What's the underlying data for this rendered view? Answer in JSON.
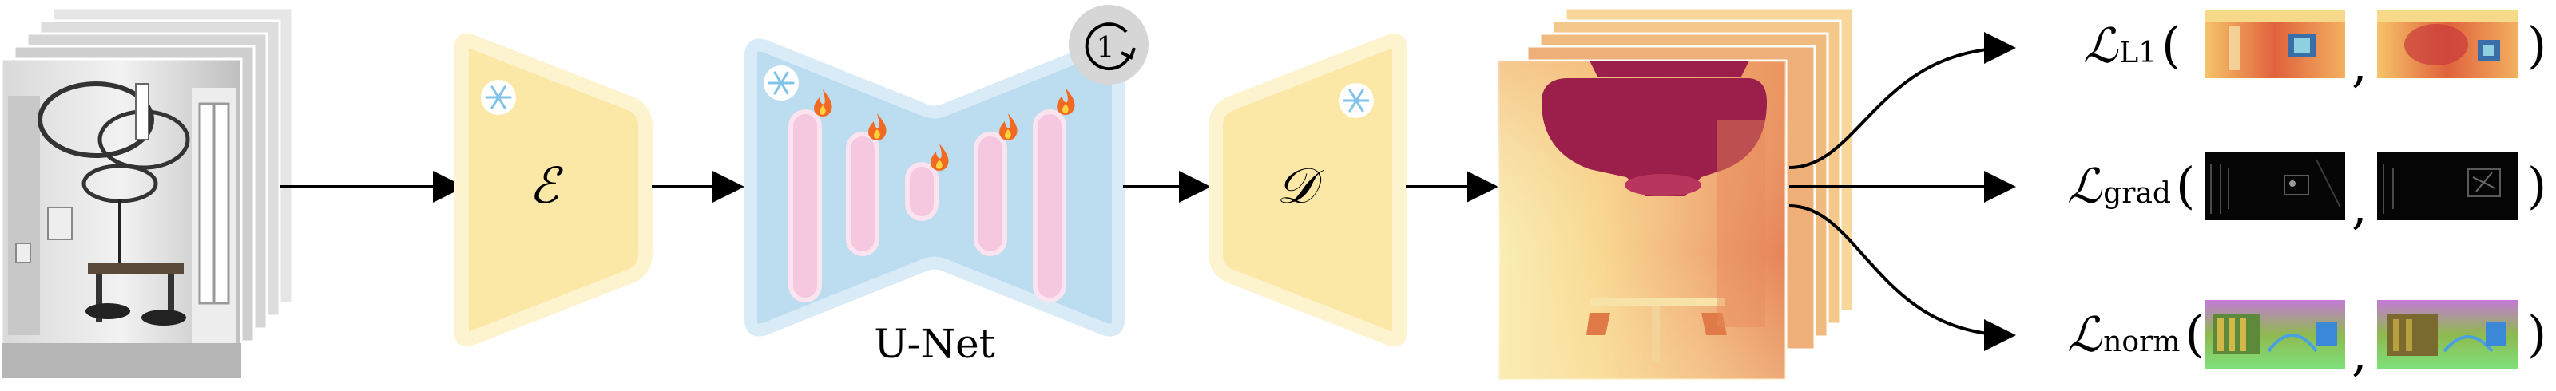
{
  "unet": {
    "label": "U-Net",
    "badge": "1"
  },
  "encoder": {
    "symbol": "ℰ"
  },
  "decoder": {
    "symbol": "𝒟"
  },
  "losses": [
    {
      "symbol": "ℒ",
      "sub": "L1",
      "open": "(",
      "comma": ",",
      "close": ")"
    },
    {
      "symbol": "ℒ",
      "sub": "grad",
      "open": "(",
      "comma": ",",
      "close": ")"
    },
    {
      "symbol": "ℒ",
      "sub": "norm",
      "open": "(",
      "comma": ",",
      "close": ")"
    }
  ],
  "colors": {
    "frozen_block": "#fbe8a6",
    "frozen_block_edge": "#fdf3cf",
    "unet_fill": "#bcdcef",
    "unet_edge": "#d8ebf6",
    "bar_fill": "#f6c8df",
    "bar_edge": "#fbe3ef",
    "depth_warm": "#e5754b",
    "depth_dark": "#9b1f4a",
    "depth_light": "#f9ecb4"
  },
  "icons": {
    "frozen": "snowflake-icon",
    "trainable": "fire-icon",
    "iteration": "loop-arrow-icon"
  }
}
